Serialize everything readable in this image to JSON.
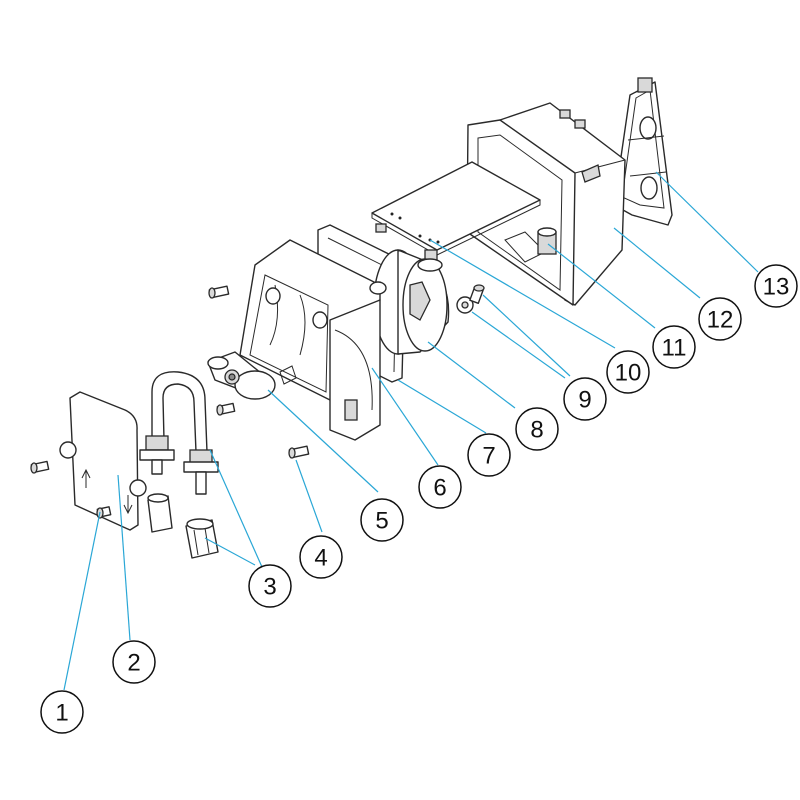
{
  "callouts": [
    {
      "number": "1"
    },
    {
      "number": "2"
    },
    {
      "number": "3"
    },
    {
      "number": "4"
    },
    {
      "number": "5"
    },
    {
      "number": "6"
    },
    {
      "number": "7"
    },
    {
      "number": "8"
    },
    {
      "number": "9"
    },
    {
      "number": "10"
    },
    {
      "number": "11"
    },
    {
      "number": "12"
    },
    {
      "number": "13"
    }
  ],
  "colors": {
    "leader": "#2aa7d6",
    "line": "#2a2a2a",
    "background": "#ffffff"
  }
}
